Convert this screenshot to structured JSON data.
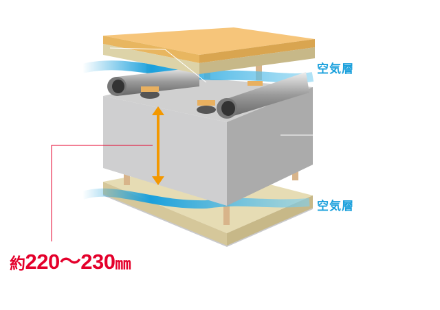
{
  "labels": {
    "air_layer_top": "空気層",
    "air_layer_bottom": "空気層"
  },
  "dimension": {
    "prefix": "約",
    "value": "220～230",
    "unit": "㎜"
  },
  "colors": {
    "air": "#1aa0dc",
    "dimension": "#e4002b",
    "arrow": "#f39800"
  }
}
